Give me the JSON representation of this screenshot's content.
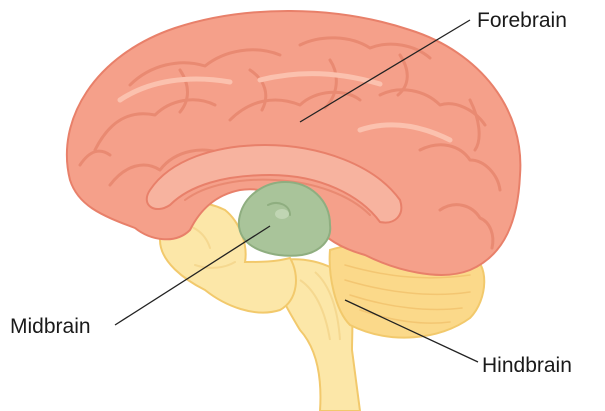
{
  "labels": {
    "forebrain": "Forebrain",
    "midbrain": "Midbrain",
    "hindbrain": "Hindbrain"
  },
  "colors": {
    "forebrain_fill": "#f5a08a",
    "forebrain_outline": "#e8806a",
    "forebrain_fold_shadow": "#e98a72",
    "forebrain_fold_highlight": "#fbc1ae",
    "midbrain_fill": "#a9c49a",
    "hindbrain_fill": "#fce7a8",
    "hindbrain_outline": "#f2c96c",
    "cerebellum_fill": "#fbd98a",
    "leader_line": "#222222"
  }
}
